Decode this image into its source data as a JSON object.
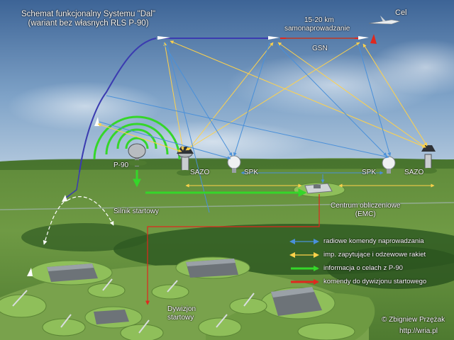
{
  "title": {
    "line1": "Schemat funkcjonalny Systemu \"Dal\"",
    "line2": "(wariant bez własnych RLS P-90)"
  },
  "top_labels": {
    "range": "15-20 km",
    "homing": "samonaprowadzanie",
    "target": "Cel",
    "gsn": "GSN"
  },
  "nodes": {
    "p90": "P-90",
    "sazo_left": "SAZO",
    "spk_left": "SPK",
    "spk_right": "SPK",
    "sazo_right": "SAZO",
    "booster": "Silnik startowy",
    "emc_line1": "Centrum obliczeniowe",
    "emc_line2": "(EMC)",
    "battalion_line1": "Dywizjon",
    "battalion_line2": "startowy"
  },
  "legend": [
    {
      "label": "radiowe komendy naprowadzania",
      "color": "#4a90d9",
      "arrow_color": "#4a90d9",
      "style": "double"
    },
    {
      "label": "imp. zapytujące i odzewowe rakiet",
      "color": "#ffd24a",
      "arrow_color": "#ffd24a",
      "style": "double"
    },
    {
      "label": "informacja o celach z P-90",
      "color": "#35d62a",
      "arrow_color": "#35d62a",
      "style": "single"
    },
    {
      "label": "komendy do dywizjonu startowego",
      "color": "#e0281e",
      "arrow_color": "#e0281e",
      "style": "single"
    }
  ],
  "credits": {
    "copyright": "© Zbigniew Przężak",
    "url": "http://wria.pl"
  },
  "colors": {
    "radio_commands": "#4a90d9",
    "interrogation": "#ffd24a",
    "target_info": "#35d62a",
    "launch_commands": "#e0281e",
    "missile_path": "#3b3bb0",
    "target_path": "#e0281e"
  }
}
